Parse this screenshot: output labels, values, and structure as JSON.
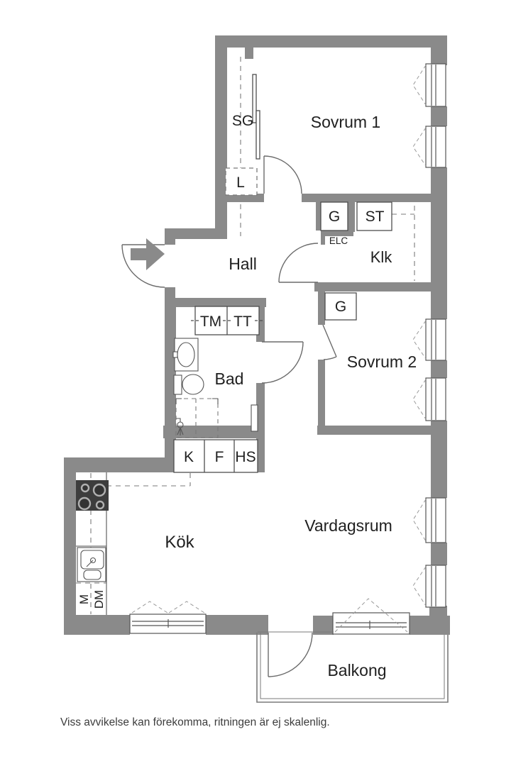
{
  "rooms": {
    "sovrum1": "Sovrum 1",
    "sovrum2": "Sovrum 2",
    "hall": "Hall",
    "klk": "Klk",
    "bad": "Bad",
    "kok": "Kök",
    "vardagsrum": "Vardagsrum",
    "balkong": "Balkong"
  },
  "storage": {
    "sg": "SG",
    "l": "L",
    "g_hall": "G",
    "st": "ST",
    "elc": "ELC",
    "g_sovrum2": "G",
    "tm": "TM",
    "tt": "TT",
    "k": "K",
    "f": "F",
    "hs": "HS",
    "m": "M",
    "dm": "DM"
  },
  "footer": {
    "disclaimer": "Viss avvikelse kan förekomma, ritningen är ej skalenlig."
  },
  "colors": {
    "wall": "#8a8a8a",
    "line": "#5a5a5a",
    "text": "#1f1f1f",
    "background": "#ffffff"
  }
}
